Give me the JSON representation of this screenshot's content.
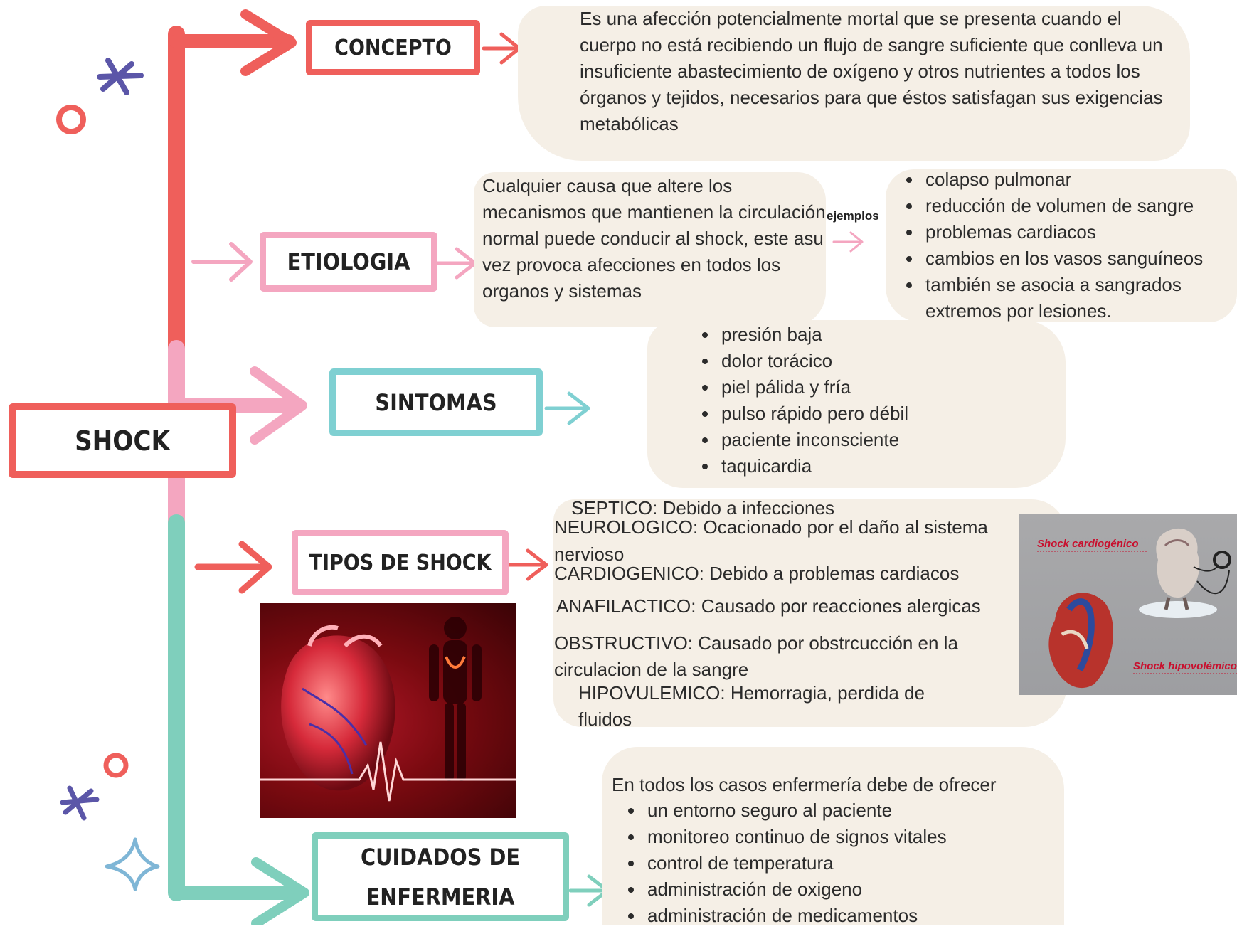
{
  "root": {
    "label": "SHOCK"
  },
  "colors": {
    "red": "#ef5f5b",
    "pink": "#f4a6c0",
    "teal": "#7fcfbc",
    "cyan": "#7fd0d2",
    "blob": "#f5efe6",
    "star": "#5b56a8"
  },
  "sections": {
    "concepto": {
      "label": "CONCEPTO",
      "text": "Es una afección potencialmente mortal que se presenta cuando el cuerpo no está recibiendo un flujo de sangre suficiente que conlleva un insuficiente abastecimiento de oxígeno y otros nutrientes a todos los órganos y tejidos, necesarios para que éstos satisfagan sus exigencias metabólicas"
    },
    "etiologia": {
      "label": "ETIOLOGIA",
      "text": "Cualquier causa que altere los mecanismos que mantienen la circulación normal puede conducir al shock, este asu vez provoca afecciones en todos los organos y sistemas",
      "examples_label": "ejemplos",
      "examples": [
        "colapso pulmonar",
        "reducción de volumen de sangre",
        "problemas cardiacos",
        "cambios en los vasos sanguíneos",
        "también se asocia a sangrados extremos por lesiones."
      ]
    },
    "sintomas": {
      "label": "SINTOMAS",
      "items": [
        "presión baja",
        "dolor torácico",
        "piel pálida y fría",
        "pulso rápido pero débil",
        "paciente inconsciente",
        "taquicardia"
      ]
    },
    "tipos": {
      "label": "TIPOS DE SHOCK",
      "items": [
        "SEPTICO: Debido a infecciones",
        "NEUROLOGICO: Ocacionado por el daño al sistema",
        "nervioso",
        "CARDIOGENICO: Debido a problemas cardiacos",
        "ANAFILACTICO: Causado por reacciones alergicas",
        "OBSTRUCTIVO: Causado por obstrcucción en la",
        "circulacion de la sangre",
        "HIPOVULEMICO: Hemorragia, perdida de",
        "fluidos"
      ],
      "image_captions": [
        "Shock cardiogénico",
        "Shock hipovolémico"
      ]
    },
    "cuidados": {
      "label_line1": "CUIDADOS DE",
      "label_line2": "ENFERMERIA",
      "intro": "En todos los casos enfermería debe de ofrecer",
      "items": [
        "un entorno seguro al paciente",
        "monitoreo continuo de signos vitales",
        "control de temperatura",
        "administración de oxigeno",
        "administración de medicamentos"
      ]
    }
  }
}
